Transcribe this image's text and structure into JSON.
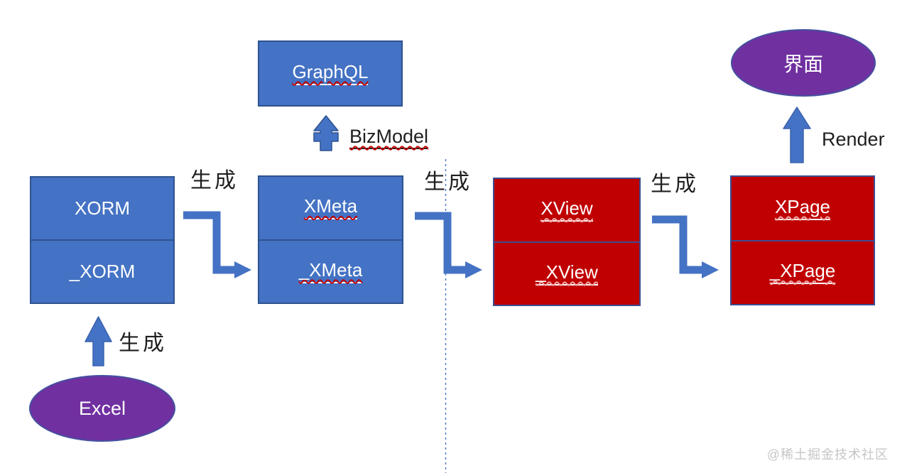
{
  "nodes": {
    "excel": {
      "label": "Excel"
    },
    "xorm": {
      "top": "XORM",
      "bottom": "_XORM"
    },
    "xmeta": {
      "top": "XMeta",
      "bottom": "_XMeta"
    },
    "graphql": {
      "label": "GraphQL"
    },
    "xview": {
      "top": "XView",
      "bottom": "_XView"
    },
    "xpage": {
      "top": "XPage",
      "bottom": "_XPage"
    },
    "ui": {
      "label": "界面"
    }
  },
  "edges": {
    "excel_to_xorm": "生成",
    "xorm_to_xmeta": "生成",
    "xmeta_to_xview": "生成",
    "xview_to_xpage": "生成",
    "xmeta_to_graphql": "BizModel",
    "xpage_to_ui": "Render"
  },
  "watermark": "@稀土掘金技术社区",
  "colors": {
    "blue_fill": "#4472C4",
    "blue_border": "#2F528F",
    "red_fill": "#C00000",
    "red_border": "#3B4D91",
    "purple_fill": "#7030A0",
    "arrow_blue": "#4472C4",
    "squiggle_red": "#C00000",
    "label_black": "#1F1F1F",
    "watermark_gray": "#C6C6C6"
  }
}
